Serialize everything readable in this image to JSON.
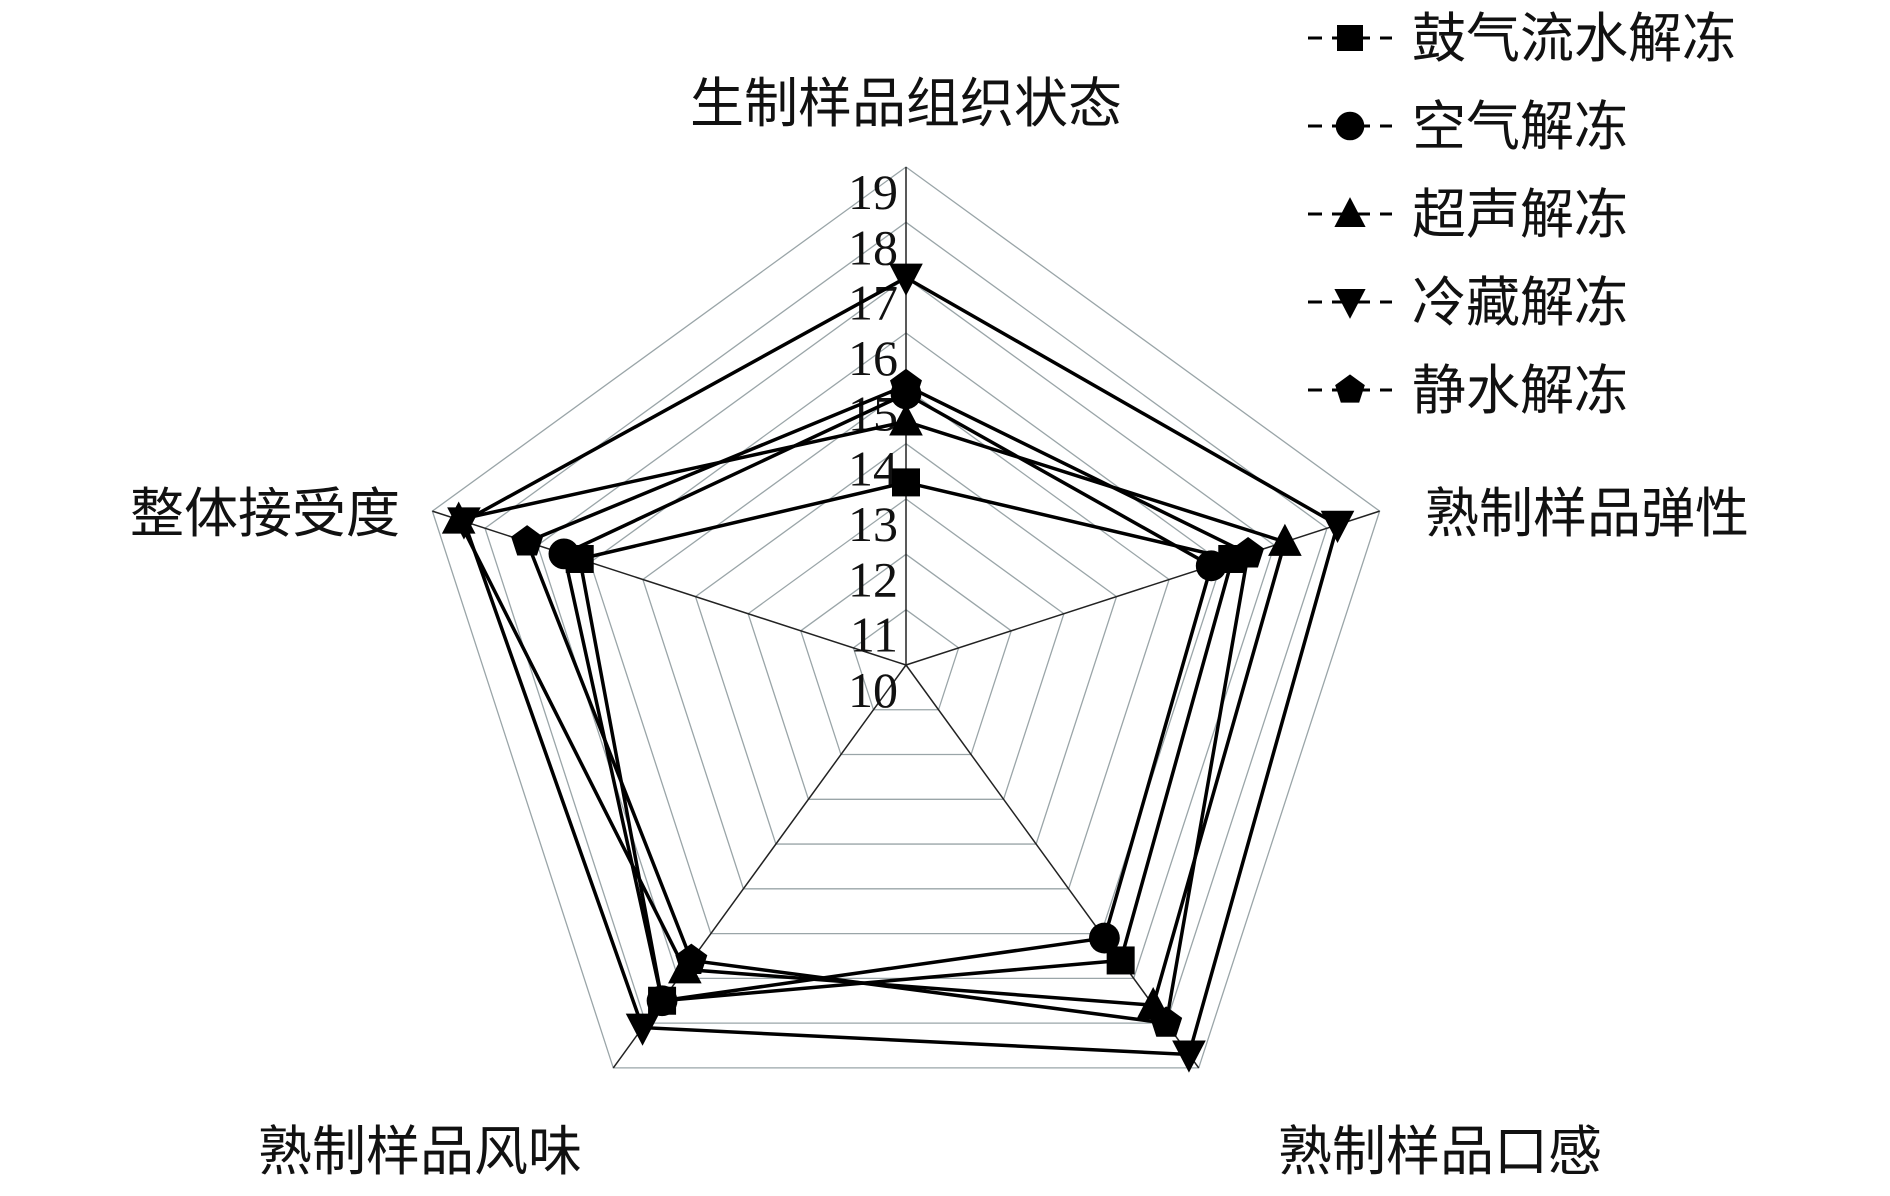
{
  "chart_data": {
    "type": "radar",
    "title": "",
    "axes": [
      "生制样品组织状态",
      "熟制样品弹性",
      "熟制样品口感",
      "熟制样品风味",
      "整体接受度"
    ],
    "range": [
      10,
      19
    ],
    "ticks": [
      10,
      11,
      12,
      13,
      14,
      15,
      16,
      17,
      18,
      19
    ],
    "grid": true,
    "legend_position": "top-right",
    "series": [
      {
        "name": "鼓气流水解冻",
        "marker": "square",
        "values": [
          13.3,
          16.2,
          16.6,
          17.5,
          16.2
        ]
      },
      {
        "name": "空气解冻",
        "marker": "circle",
        "values": [
          14.9,
          15.8,
          16.1,
          17.5,
          16.5
        ]
      },
      {
        "name": "超声解冻",
        "marker": "triangle-up",
        "values": [
          14.4,
          17.2,
          17.6,
          16.8,
          18.5
        ]
      },
      {
        "name": "冷藏解冻",
        "marker": "triangle-down",
        "values": [
          17.0,
          18.2,
          18.7,
          18.1,
          18.4
        ]
      },
      {
        "name": "静水解冻",
        "marker": "pentagon",
        "values": [
          15.05,
          16.5,
          18.0,
          16.6,
          17.2
        ]
      }
    ],
    "colors": {
      "line": "#000000",
      "grid": "#9aa5a8"
    }
  }
}
